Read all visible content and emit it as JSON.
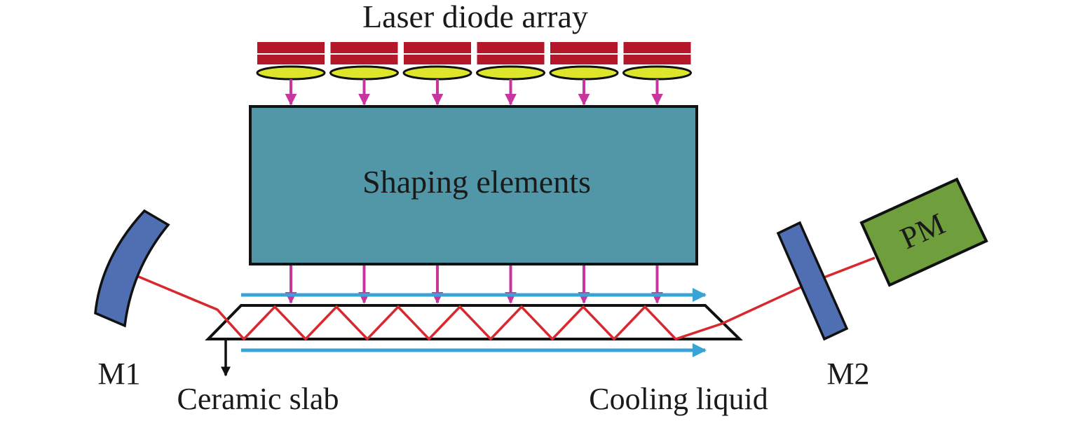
{
  "labels": {
    "laser_diode_array": "Laser diode array",
    "shaping_elements": "Shaping elements",
    "pm": "PM",
    "m1": "M1",
    "m2": "M2",
    "ceramic_slab": "Ceramic slab",
    "cooling_liquid": "Cooling liquid"
  },
  "components": {
    "laser_diode_count": 6,
    "pump_arrow_count": 6
  },
  "colors": {
    "laser_diode_bar": "#b4162a",
    "lens": "#dde62a",
    "pump_beam": "#c8359e",
    "shaping_block": "#5197a8",
    "laser_beam": "#d9272e",
    "cooling_arrow": "#3aa3d6",
    "mirror": "#4f6fb2",
    "power_meter": "#6f9e3c",
    "outline": "#111111"
  }
}
